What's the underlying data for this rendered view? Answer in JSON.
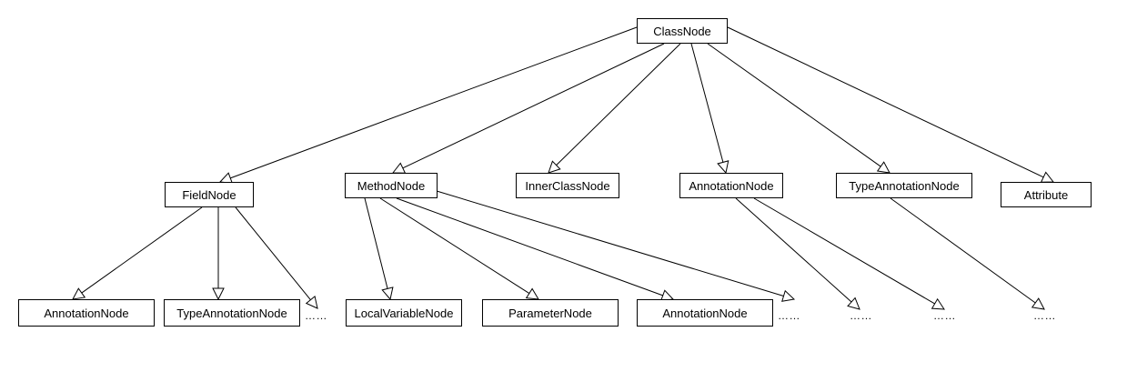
{
  "nodes": {
    "class_node": "ClassNode",
    "field_node": "FieldNode",
    "method_node": "MethodNode",
    "inner_class_node": "InnerClassNode",
    "annotation_node": "AnnotationNode",
    "type_annotation_node": "TypeAnnotationNode",
    "attribute": "Attribute",
    "field_annotation_node": "AnnotationNode",
    "field_type_annotation_node": "TypeAnnotationNode",
    "local_variable_node": "LocalVariableNode",
    "parameter_node": "ParameterNode",
    "method_annotation_node": "AnnotationNode"
  },
  "ellipses": {
    "field_more": "……",
    "method_more": "……",
    "annotation_more_1": "……",
    "annotation_more_2": "……",
    "type_annotation_more": "……"
  },
  "colors": {
    "line": "#000000",
    "box_border": "#000000",
    "box_fill": "#ffffff"
  }
}
